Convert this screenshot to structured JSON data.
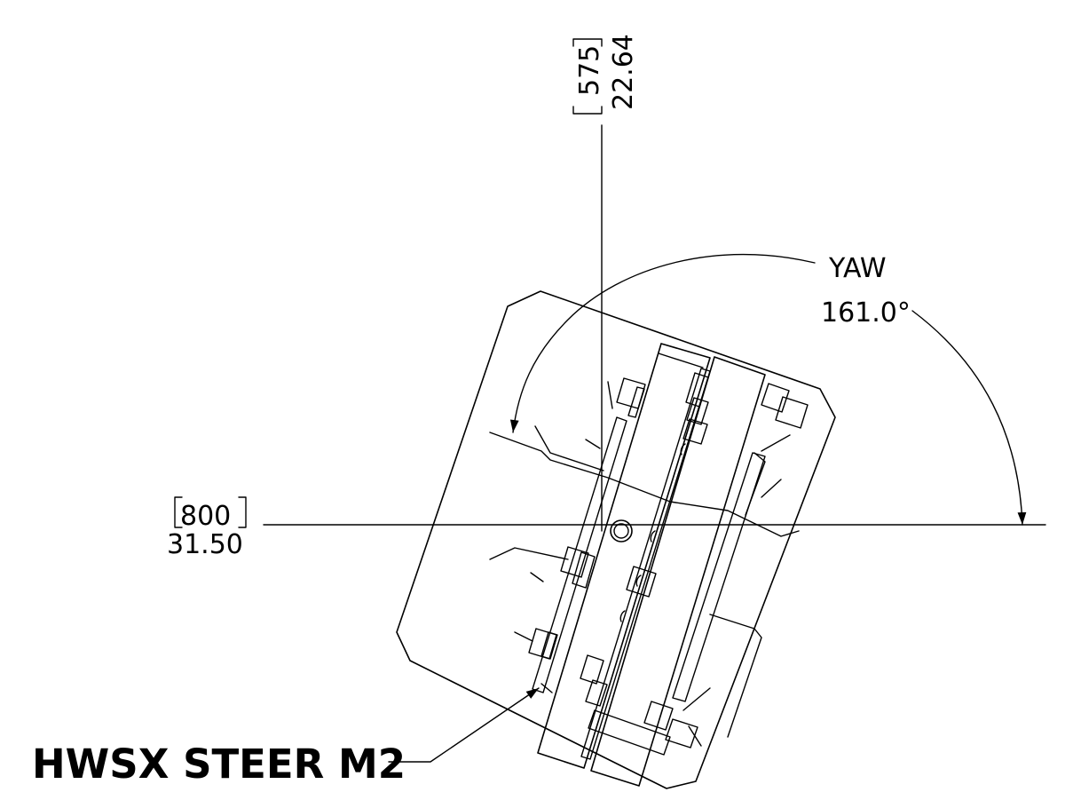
{
  "drawing": {
    "callout_label": "HWSX STEER M2",
    "yaw": {
      "label": "YAW",
      "value": "161.0°"
    },
    "vertical_dim": {
      "primary": "575",
      "secondary": "22.64"
    },
    "horizontal_dim": {
      "primary": "800",
      "secondary": "31.50"
    }
  }
}
